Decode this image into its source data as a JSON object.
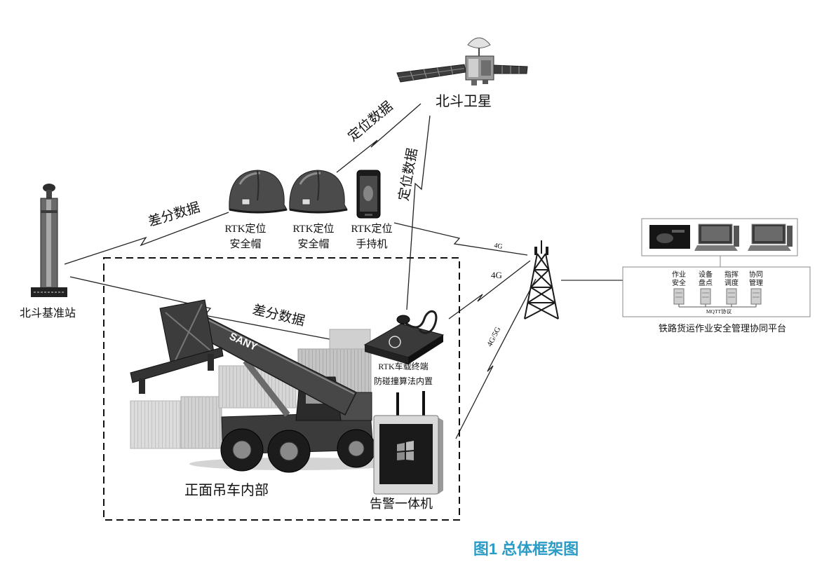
{
  "satellite": {
    "label": "北斗卫星"
  },
  "links": {
    "positioning_data_1": "定位数据",
    "positioning_data_2": "定位数据",
    "differential_data_1": "差分数据",
    "differential_data_2": "差分数据",
    "net_4g_1": "4G",
    "net_4g_2": "4G",
    "net_4g5g": "4G/5G"
  },
  "devices": [
    {
      "line1": "RTK定位",
      "line2": "安全帽"
    },
    {
      "line1": "RTK定位",
      "line2": "安全帽"
    },
    {
      "line1": "RTK定位",
      "line2": "手持机"
    }
  ],
  "base_station": {
    "label": "北斗基准站"
  },
  "crane_zone": {
    "label": "正面吊车内部",
    "brand": "SANY"
  },
  "vehicle_terminal": {
    "line1": "RTK车载终端",
    "line2": "防碰撞算法内置"
  },
  "alarm_unit": {
    "label": "告警一体机"
  },
  "platform": {
    "modules": [
      {
        "line1": "作业",
        "line2": "安全"
      },
      {
        "line1": "设备",
        "line2": "盘点"
      },
      {
        "line1": "指挥",
        "line2": "调度"
      },
      {
        "line1": "协同",
        "line2": "管理"
      }
    ],
    "protocol": "MQTT协议",
    "name": "铁路货运作业安全管理协同平台"
  },
  "caption": "图1 总体框架图",
  "colors": {
    "caption": "#2b9cc6"
  }
}
